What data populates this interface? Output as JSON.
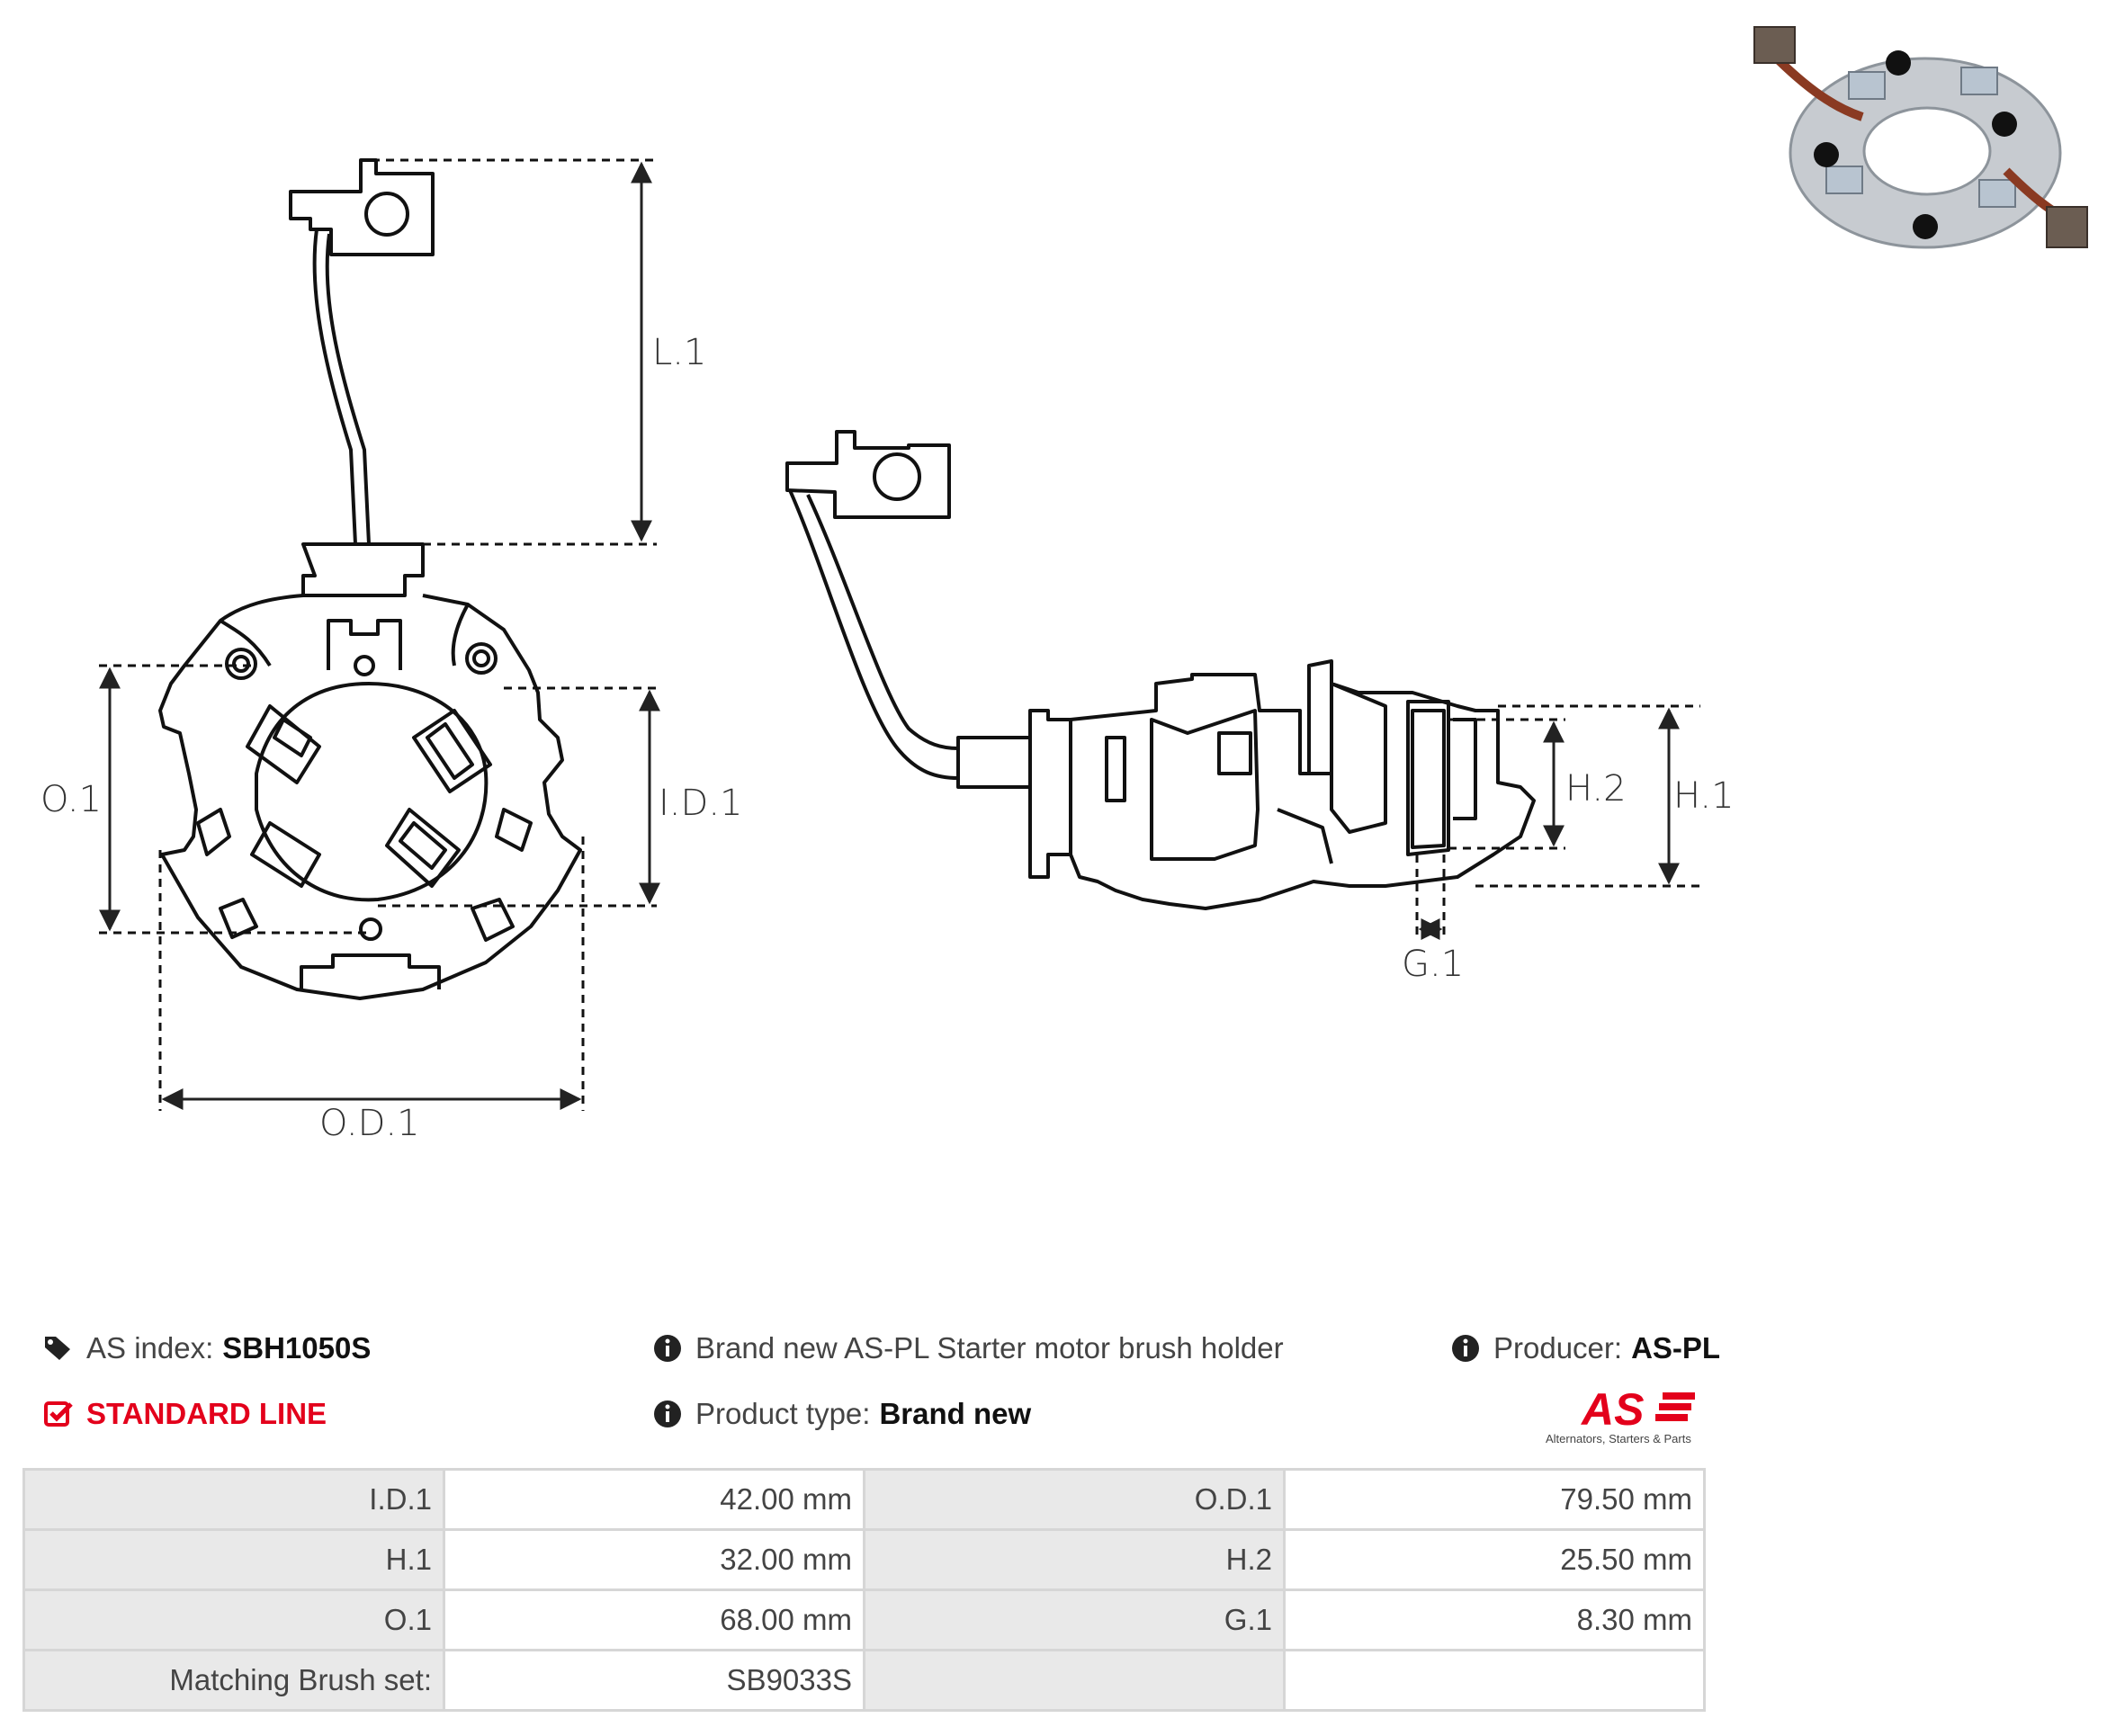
{
  "labels": {
    "l1": "L.1",
    "o1": "O.1",
    "id1": "I.D.1",
    "od1": "O.D.1",
    "h2": "H.2",
    "h1": "H.1",
    "g1": "G.1"
  },
  "info": {
    "as_index_label": "AS index:",
    "as_index_value": "SBH1050S",
    "line": "STANDARD LINE",
    "description": "Brand new AS-PL Starter motor brush holder",
    "product_type_label": "Product type:",
    "product_type_value": "Brand new",
    "producer_label": "Producer:",
    "producer_value": "AS-PL"
  },
  "logo": {
    "mark": "AS",
    "tagline": "Alternators, Starters & Parts",
    "color": "#e3001b"
  },
  "specs": [
    {
      "l1": "I.D.1",
      "v1": "42.00 mm",
      "l2": "O.D.1",
      "v2": "79.50 mm"
    },
    {
      "l1": "H.1",
      "v1": "32.00 mm",
      "l2": "H.2",
      "v2": "25.50 mm"
    },
    {
      "l1": "O.1",
      "v1": "68.00 mm",
      "l2": "G.1",
      "v2": "8.30 mm"
    },
    {
      "l1": "Matching Brush set:",
      "v1": "SB9033S",
      "l2": "",
      "v2": ""
    }
  ],
  "icons": {
    "as_index": "tags-icon",
    "line": "check-square-icon",
    "info": "info-circle-icon"
  }
}
